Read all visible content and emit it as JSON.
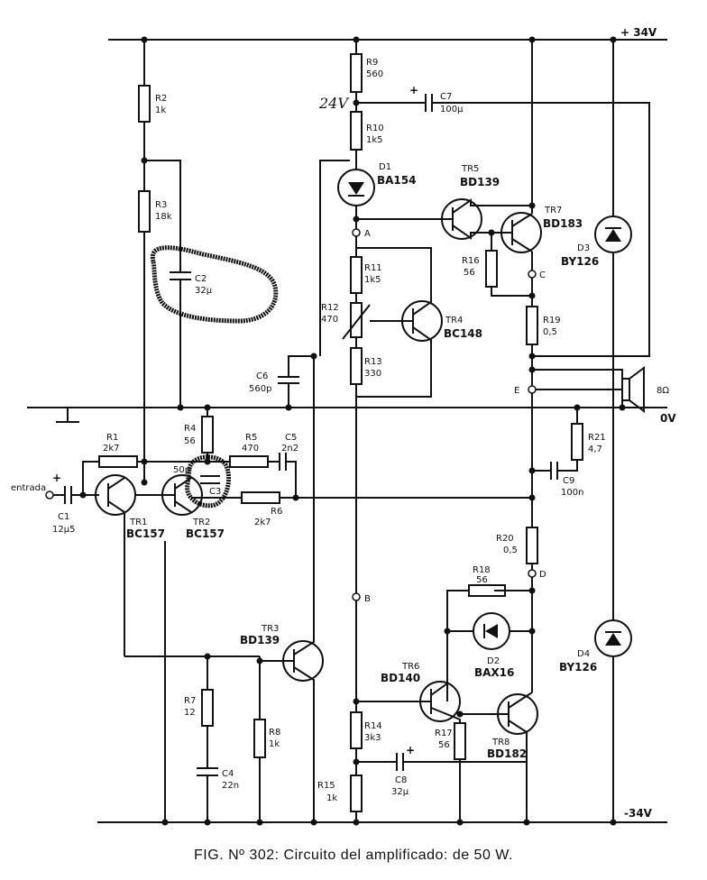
{
  "caption": "FIG. Nº 302: Circuito del amplificado: de 50 W.",
  "rails": {
    "pos": "+ 34V",
    "neg": "-34V",
    "gnd": "0V",
    "handwritten": "24V"
  },
  "input_label": "entrada",
  "speaker": "8Ω",
  "nodes": {
    "A": "A",
    "B": "B",
    "C": "C",
    "D": "D",
    "E": "E"
  },
  "resistors": [
    {
      "ref": "R1",
      "value": "2k7"
    },
    {
      "ref": "R2",
      "value": "1k"
    },
    {
      "ref": "R3",
      "value": "18k"
    },
    {
      "ref": "R4",
      "value": "56"
    },
    {
      "ref": "R5",
      "value": "470"
    },
    {
      "ref": "R6",
      "value": "2k7"
    },
    {
      "ref": "R7",
      "value": "12"
    },
    {
      "ref": "R8",
      "value": "1k"
    },
    {
      "ref": "R9",
      "value": "560"
    },
    {
      "ref": "R10",
      "value": "1k5"
    },
    {
      "ref": "R11",
      "value": "1k5"
    },
    {
      "ref": "R12",
      "value": "470"
    },
    {
      "ref": "R13",
      "value": "330"
    },
    {
      "ref": "R14",
      "value": "3k3"
    },
    {
      "ref": "R15",
      "value": "1k"
    },
    {
      "ref": "R16",
      "value": "56"
    },
    {
      "ref": "R17",
      "value": "56"
    },
    {
      "ref": "R18",
      "value": "56"
    },
    {
      "ref": "R19",
      "value": "0,5"
    },
    {
      "ref": "R20",
      "value": "0,5"
    },
    {
      "ref": "R21",
      "value": "4,7"
    }
  ],
  "capacitors": [
    {
      "ref": "C1",
      "value": "12µ5"
    },
    {
      "ref": "C2",
      "value": "32µ"
    },
    {
      "ref": "C3",
      "value": "50p"
    },
    {
      "ref": "C4",
      "value": "22n"
    },
    {
      "ref": "C5",
      "value": "2n2"
    },
    {
      "ref": "C6",
      "value": "560p"
    },
    {
      "ref": "C7",
      "value": "100µ"
    },
    {
      "ref": "C8",
      "value": "32µ"
    },
    {
      "ref": "C9",
      "value": "100n"
    }
  ],
  "diodes": [
    {
      "ref": "D1",
      "part": "BA154"
    },
    {
      "ref": "D2",
      "part": "BAX16"
    },
    {
      "ref": "D3",
      "part": "BY126"
    },
    {
      "ref": "D4",
      "part": "BY126"
    }
  ],
  "transistors": [
    {
      "ref": "TR1",
      "part": "BC157"
    },
    {
      "ref": "TR2",
      "part": "BC157"
    },
    {
      "ref": "TR3",
      "part": "BD139"
    },
    {
      "ref": "TR4",
      "part": "BC148"
    },
    {
      "ref": "TR5",
      "part": "BD139"
    },
    {
      "ref": "TR6",
      "part": "BD140"
    },
    {
      "ref": "TR7",
      "part": "BD183"
    },
    {
      "ref": "TR8",
      "part": "BD182"
    }
  ]
}
